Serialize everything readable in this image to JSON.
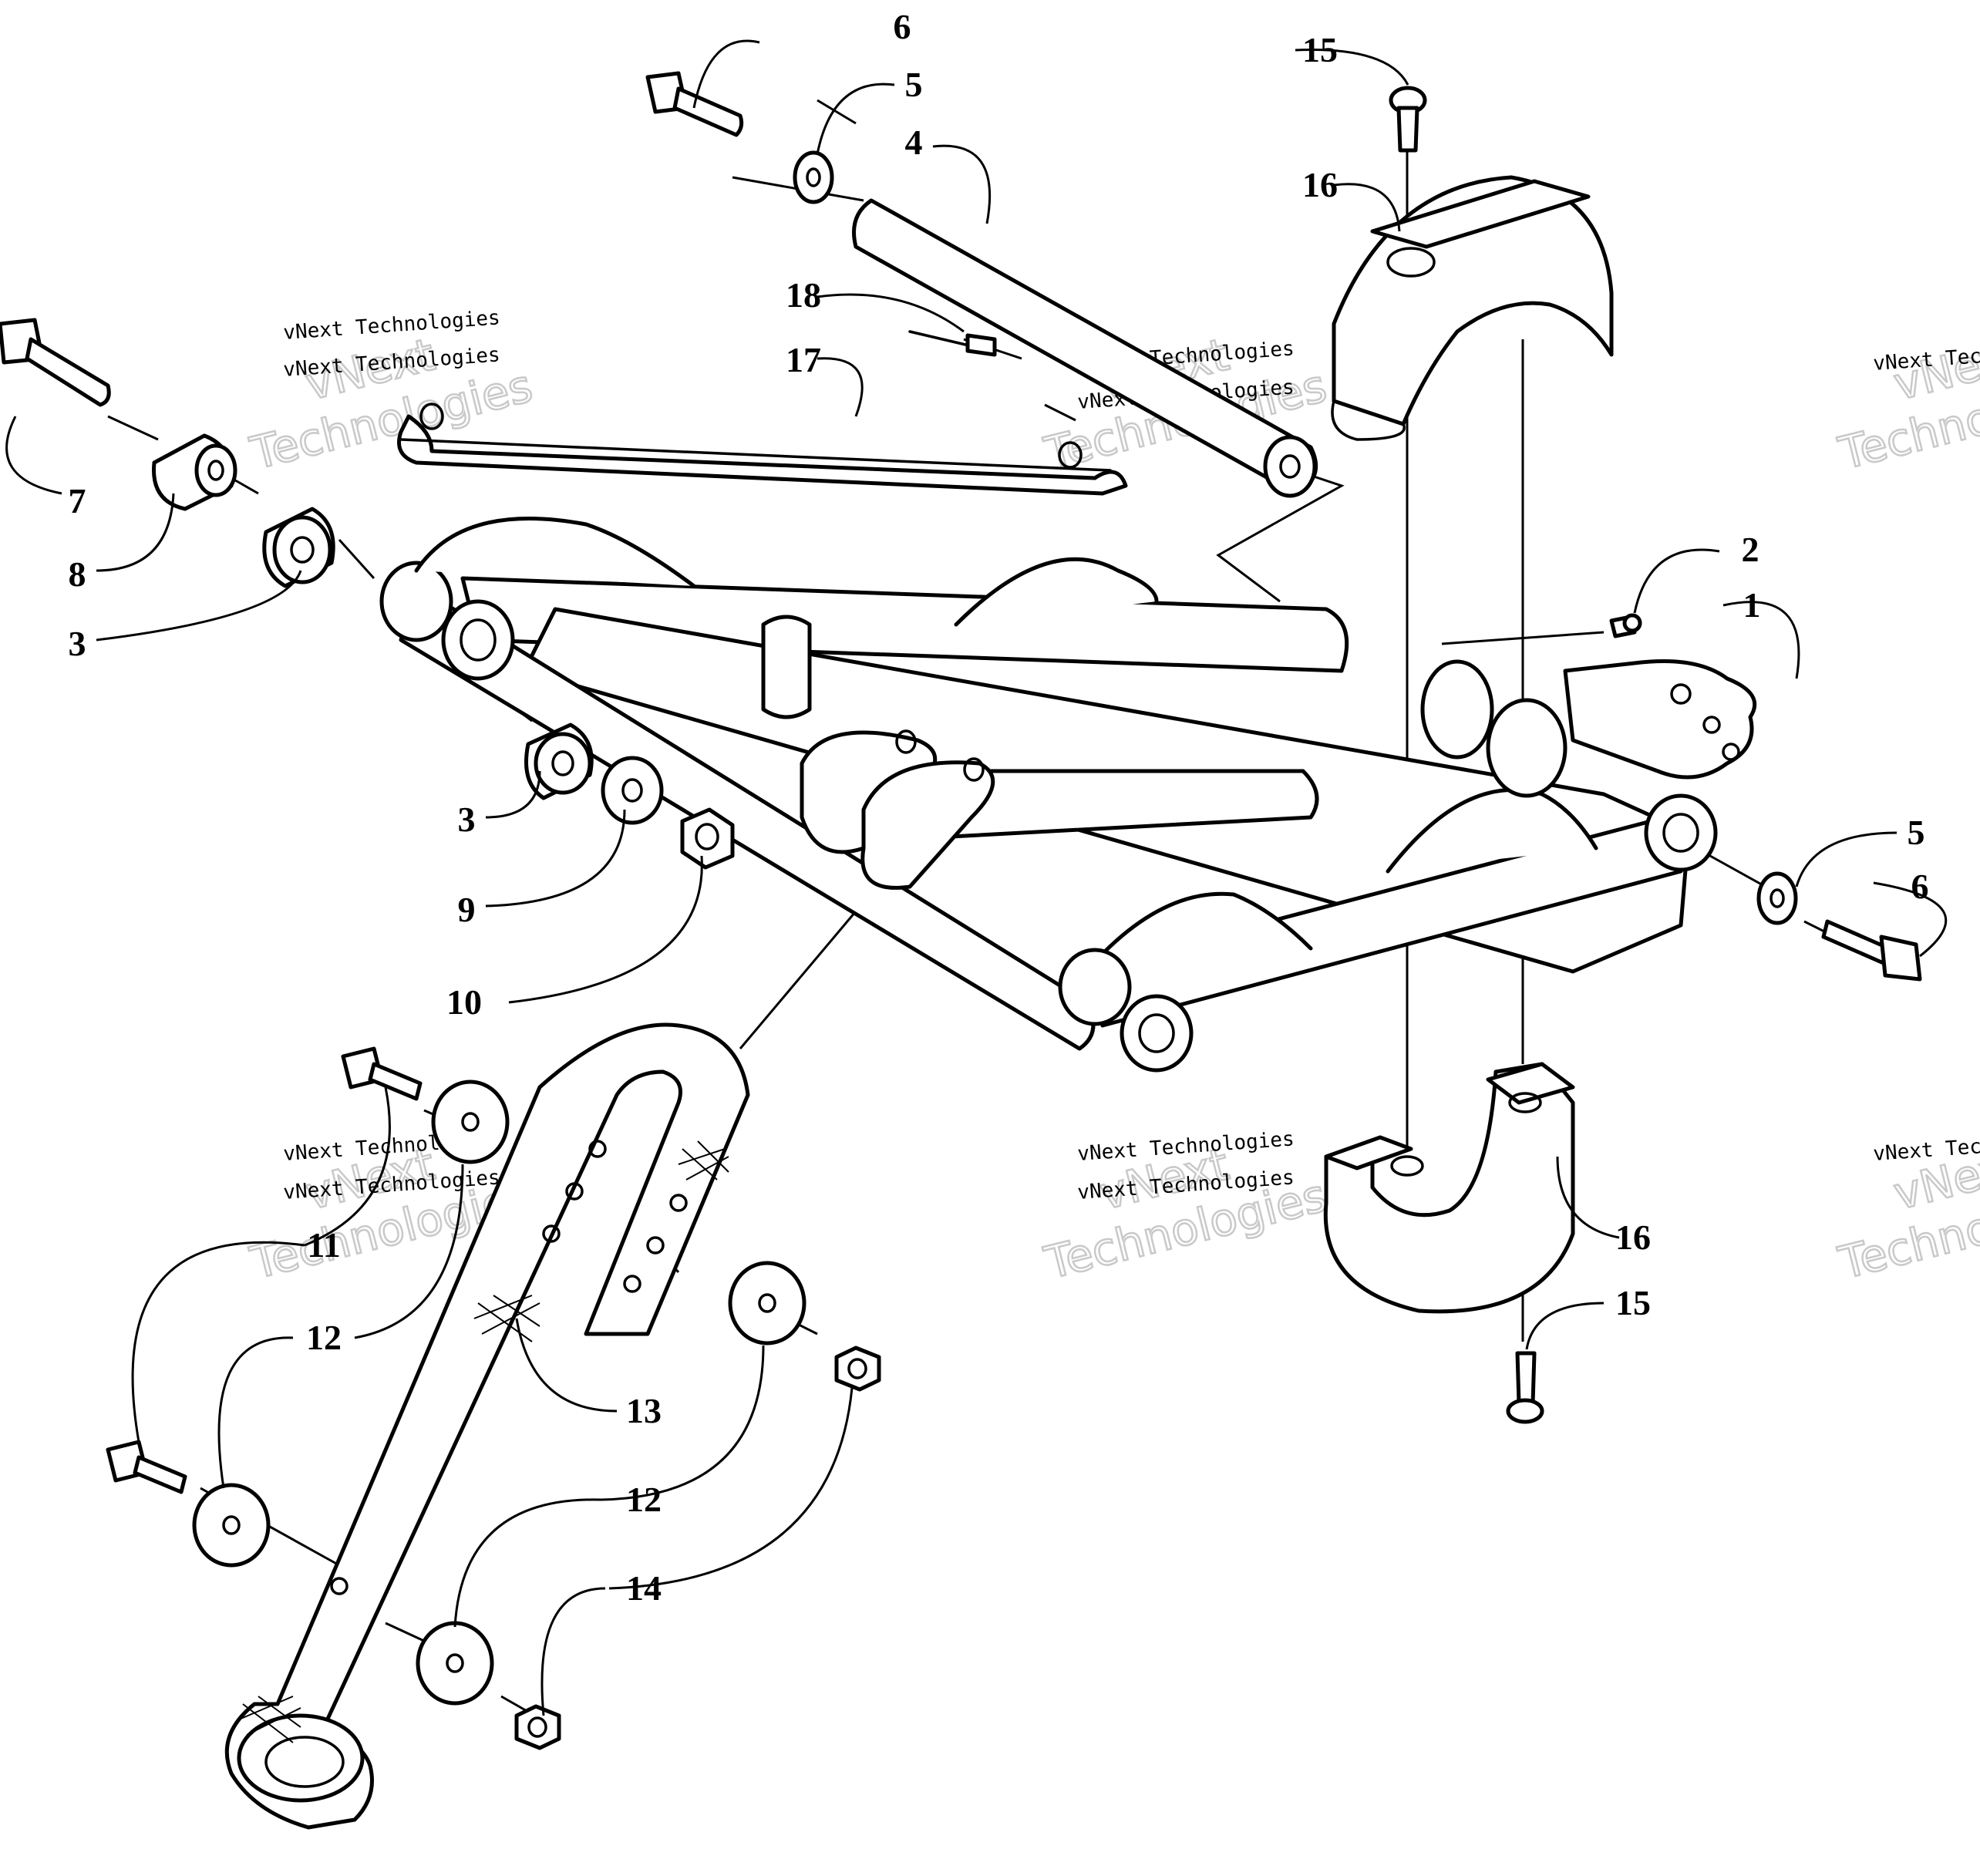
{
  "callouts": [
    {
      "id": "c1",
      "label": "1"
    },
    {
      "id": "c2",
      "label": "2"
    },
    {
      "id": "c3a",
      "label": "3"
    },
    {
      "id": "c3b",
      "label": "3"
    },
    {
      "id": "c4",
      "label": "4"
    },
    {
      "id": "c5a",
      "label": "5"
    },
    {
      "id": "c5b",
      "label": "5"
    },
    {
      "id": "c6a",
      "label": "6"
    },
    {
      "id": "c6b",
      "label": "6"
    },
    {
      "id": "c7",
      "label": "7"
    },
    {
      "id": "c8",
      "label": "8"
    },
    {
      "id": "c9",
      "label": "9"
    },
    {
      "id": "c10",
      "label": "10"
    },
    {
      "id": "c11",
      "label": "11"
    },
    {
      "id": "c12a",
      "label": "12"
    },
    {
      "id": "c12b",
      "label": "12"
    },
    {
      "id": "c13",
      "label": "13"
    },
    {
      "id": "c14",
      "label": "14"
    },
    {
      "id": "c15a",
      "label": "15"
    },
    {
      "id": "c15b",
      "label": "15"
    },
    {
      "id": "c16a",
      "label": "16"
    },
    {
      "id": "c16b",
      "label": "16"
    },
    {
      "id": "c17",
      "label": "17"
    },
    {
      "id": "c18",
      "label": "18"
    }
  ],
  "watermark": {
    "line1": "vNext",
    "line2": "Technologies",
    "small": "vNext Technologies"
  }
}
